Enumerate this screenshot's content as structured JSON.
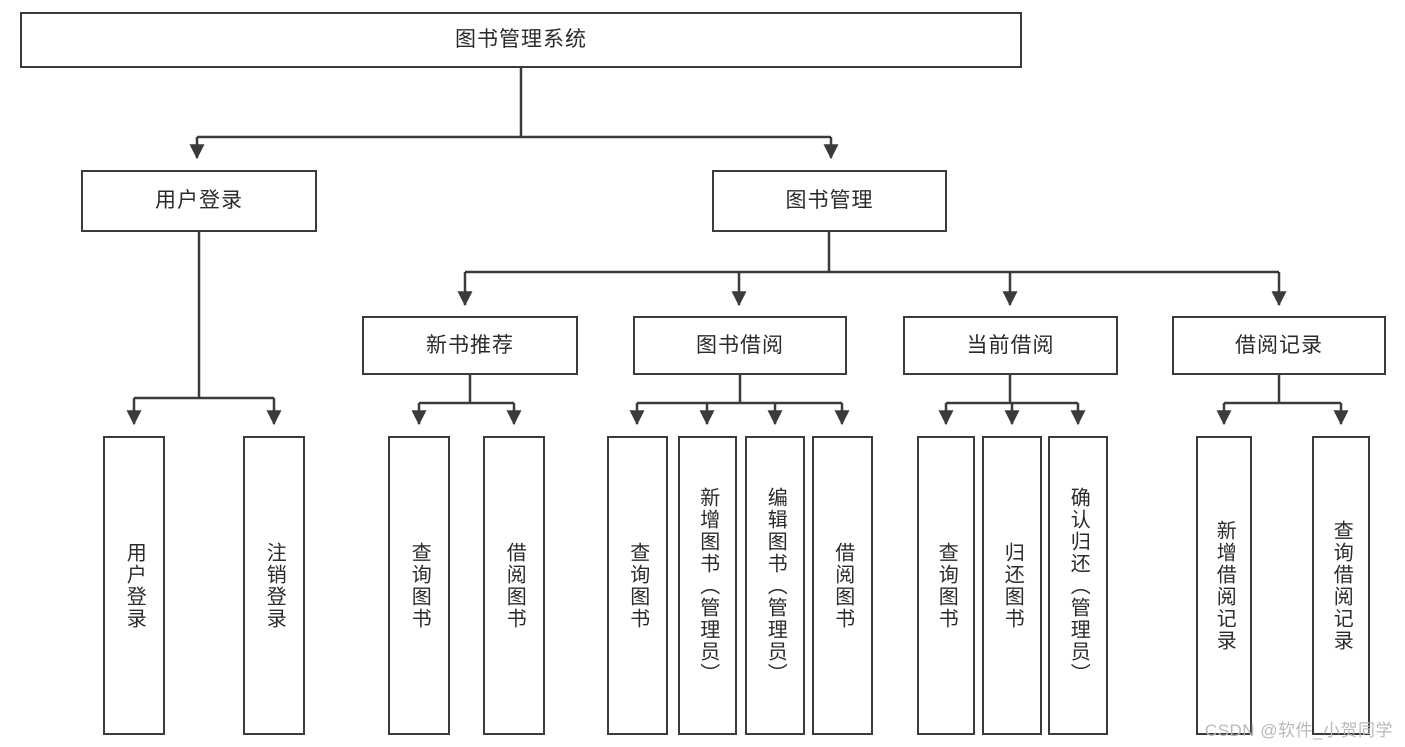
{
  "diagram": {
    "title": "图书管理系统",
    "type": "tree-hierarchy-chart",
    "watermark": "CSDN @软件_小贺同学",
    "colors": {
      "stroke": "#3b3b3b",
      "fill": "#ffffff",
      "text": "#2b2b2b",
      "watermark": "#b9b9b9"
    },
    "levels": {
      "root": {
        "label": "图书管理系统"
      },
      "level2": [
        {
          "id": "user-login",
          "label": "用户登录"
        },
        {
          "id": "book-manage",
          "label": "图书管理"
        }
      ],
      "level3": [
        {
          "id": "new-book-rec",
          "label": "新书推荐",
          "parent": "book-manage"
        },
        {
          "id": "book-borrow",
          "label": "图书借阅",
          "parent": "book-manage"
        },
        {
          "id": "current-borrow",
          "label": "当前借阅",
          "parent": "book-manage"
        },
        {
          "id": "borrow-record",
          "label": "借阅记录",
          "parent": "book-manage"
        }
      ],
      "leaves": [
        {
          "id": "leaf-user-login",
          "label": "用户登录",
          "parent": "user-login"
        },
        {
          "id": "leaf-logout",
          "label": "注销登录",
          "parent": "user-login"
        },
        {
          "id": "leaf-query-book-1",
          "label": "查询图书",
          "parent": "new-book-rec"
        },
        {
          "id": "leaf-borrow-book-1",
          "label": "借阅图书",
          "parent": "new-book-rec"
        },
        {
          "id": "leaf-query-book-2",
          "label": "查询图书",
          "parent": "book-borrow"
        },
        {
          "id": "leaf-add-book",
          "label": "新增图书（管理员）",
          "parent": "book-borrow"
        },
        {
          "id": "leaf-edit-book",
          "label": "编辑图书（管理员）",
          "parent": "book-borrow"
        },
        {
          "id": "leaf-borrow-book-2",
          "label": "借阅图书",
          "parent": "book-borrow"
        },
        {
          "id": "leaf-query-book-3",
          "label": "查询图书",
          "parent": "current-borrow"
        },
        {
          "id": "leaf-return-book",
          "label": "归还图书",
          "parent": "current-borrow"
        },
        {
          "id": "leaf-confirm-return",
          "label": "确认归还（管理员）",
          "parent": "current-borrow"
        },
        {
          "id": "leaf-add-record",
          "label": "新增借阅记录",
          "parent": "borrow-record"
        },
        {
          "id": "leaf-query-record",
          "label": "查询借阅记录",
          "parent": "borrow-record"
        }
      ]
    }
  }
}
